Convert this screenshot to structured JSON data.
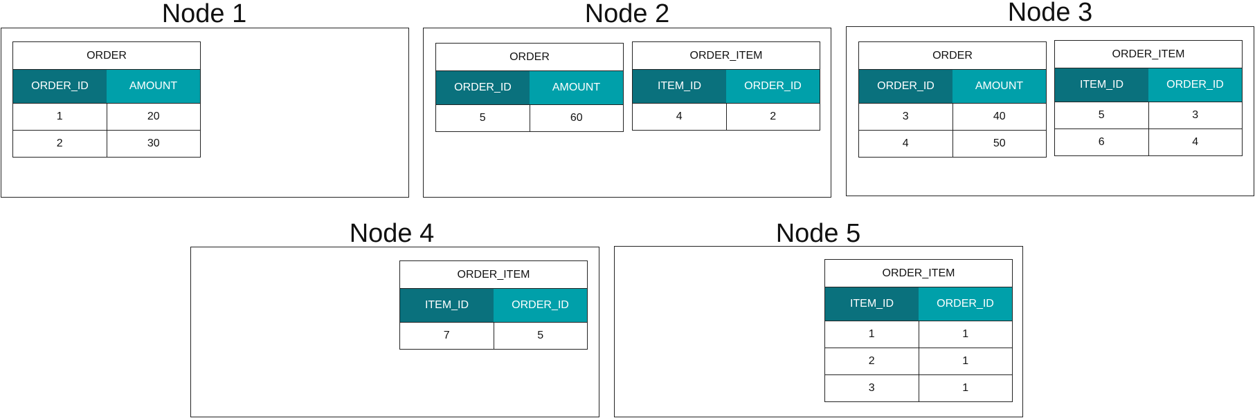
{
  "nodes": [
    {
      "title": "Node 1",
      "tables": [
        {
          "name": "ORDER",
          "columns": [
            "ORDER_ID",
            "AMOUNT"
          ],
          "rows": [
            [
              "1",
              "20"
            ],
            [
              "2",
              "30"
            ]
          ]
        }
      ]
    },
    {
      "title": "Node 2",
      "tables": [
        {
          "name": "ORDER",
          "columns": [
            "ORDER_ID",
            "AMOUNT"
          ],
          "rows": [
            [
              "5",
              "60"
            ]
          ]
        },
        {
          "name": "ORDER_ITEM",
          "columns": [
            "ITEM_ID",
            "ORDER_ID"
          ],
          "rows": [
            [
              "4",
              "2"
            ]
          ]
        }
      ]
    },
    {
      "title": "Node 3",
      "tables": [
        {
          "name": "ORDER",
          "columns": [
            "ORDER_ID",
            "AMOUNT"
          ],
          "rows": [
            [
              "3",
              "40"
            ],
            [
              "4",
              "50"
            ]
          ]
        },
        {
          "name": "ORDER_ITEM",
          "columns": [
            "ITEM_ID",
            "ORDER_ID"
          ],
          "rows": [
            [
              "5",
              "3"
            ],
            [
              "6",
              "4"
            ]
          ]
        }
      ]
    },
    {
      "title": "Node 4",
      "tables": [
        {
          "name": "ORDER_ITEM",
          "columns": [
            "ITEM_ID",
            "ORDER_ID"
          ],
          "rows": [
            [
              "7",
              "5"
            ]
          ]
        }
      ]
    },
    {
      "title": "Node 5",
      "tables": [
        {
          "name": "ORDER_ITEM",
          "columns": [
            "ITEM_ID",
            "ORDER_ID"
          ],
          "rows": [
            [
              "1",
              "1"
            ],
            [
              "2",
              "1"
            ],
            [
              "3",
              "1"
            ]
          ]
        }
      ]
    }
  ],
  "colors": {
    "header_dark": "#0a717d",
    "header_light": "#00a0aa",
    "border": "#222222"
  }
}
